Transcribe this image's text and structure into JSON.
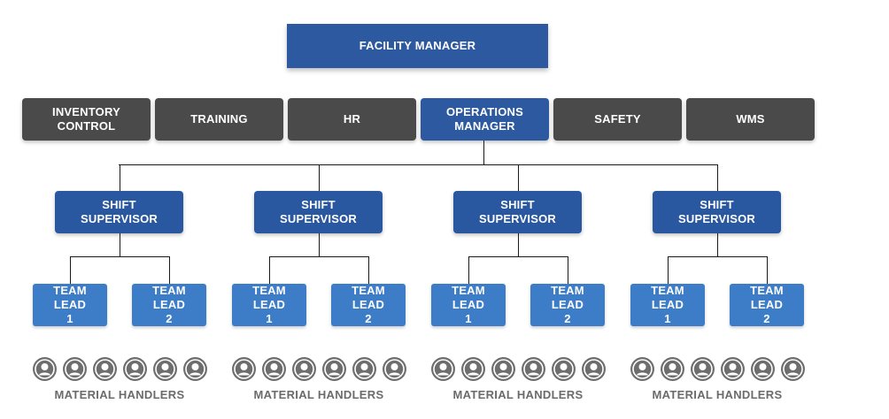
{
  "top": {
    "label": "FACILITY MANAGER"
  },
  "departments": [
    {
      "label": "INVENTORY\nCONTROL",
      "style": "gray"
    },
    {
      "label": "TRAINING",
      "style": "gray"
    },
    {
      "label": "HR",
      "style": "gray"
    },
    {
      "label": "OPERATIONS\nMANAGER",
      "style": "blue"
    },
    {
      "label": "SAFETY",
      "style": "gray"
    },
    {
      "label": "WMS",
      "style": "gray"
    }
  ],
  "supervisors": [
    {
      "label": "SHIFT\nSUPERVISOR",
      "leads": [
        "TEAM LEAD\n1",
        "TEAM LEAD\n2"
      ],
      "handlers_label": "MATERIAL HANDLERS",
      "handler_count": 6
    },
    {
      "label": "SHIFT\nSUPERVISOR",
      "leads": [
        "TEAM LEAD\n1",
        "TEAM LEAD\n2"
      ],
      "handlers_label": "MATERIAL HANDLERS",
      "handler_count": 6
    },
    {
      "label": "SHIFT\nSUPERVISOR",
      "leads": [
        "TEAM LEAD\n1",
        "TEAM LEAD\n2"
      ],
      "handlers_label": "MATERIAL HANDLERS",
      "handler_count": 6
    },
    {
      "label": "SHIFT\nSUPERVISOR",
      "leads": [
        "TEAM LEAD\n1",
        "TEAM LEAD\n2"
      ],
      "handlers_label": "MATERIAL HANDLERS",
      "handler_count": 6
    }
  ],
  "colors": {
    "dark_blue": "#2c59a0",
    "mid_blue": "#3d7cc7",
    "gray": "#4a4a4a",
    "avatar_gray": "#6e6e6e",
    "label_gray": "#6b6b6b"
  },
  "icons": {
    "handler": "person-circle-icon"
  }
}
